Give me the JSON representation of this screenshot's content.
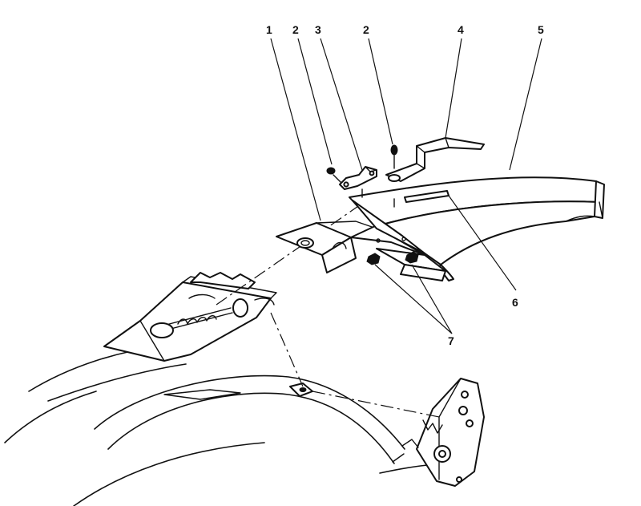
{
  "diagram": {
    "callouts": [
      {
        "id": "1",
        "label": "1"
      },
      {
        "id": "2a",
        "label": "2"
      },
      {
        "id": "3",
        "label": "3"
      },
      {
        "id": "2b",
        "label": "2"
      },
      {
        "id": "4",
        "label": "4"
      },
      {
        "id": "5",
        "label": "5"
      },
      {
        "id": "6",
        "label": "6"
      },
      {
        "id": "7",
        "label": "7"
      }
    ]
  }
}
